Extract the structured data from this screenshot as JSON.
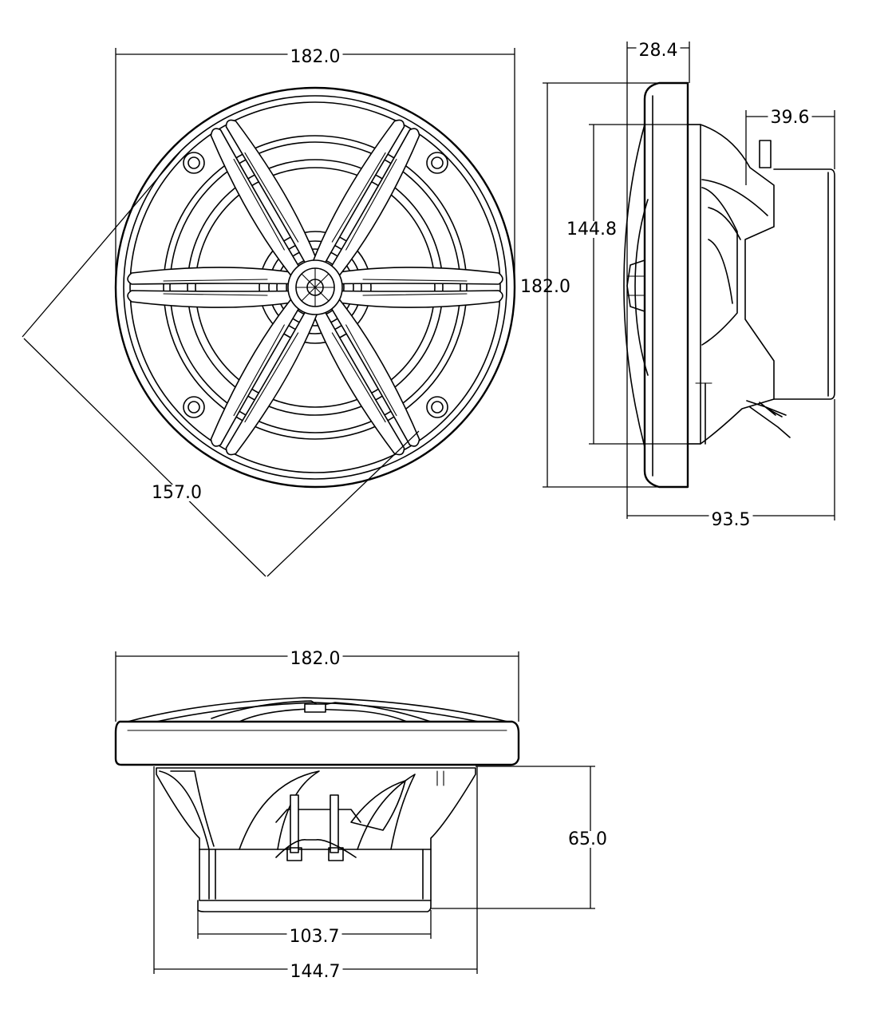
{
  "dimensions": {
    "front_width": "182.0",
    "front_height": "182.0",
    "front_diagonal": "157.0",
    "side_flange_depth": "28.4",
    "side_magnet_depth": "39.6",
    "side_mount_height": "144.8",
    "side_total_depth": "93.5",
    "bottom_width": "182.0",
    "bottom_depth": "65.0",
    "bottom_magnet_width": "103.7",
    "bottom_basket_width": "144.7"
  }
}
